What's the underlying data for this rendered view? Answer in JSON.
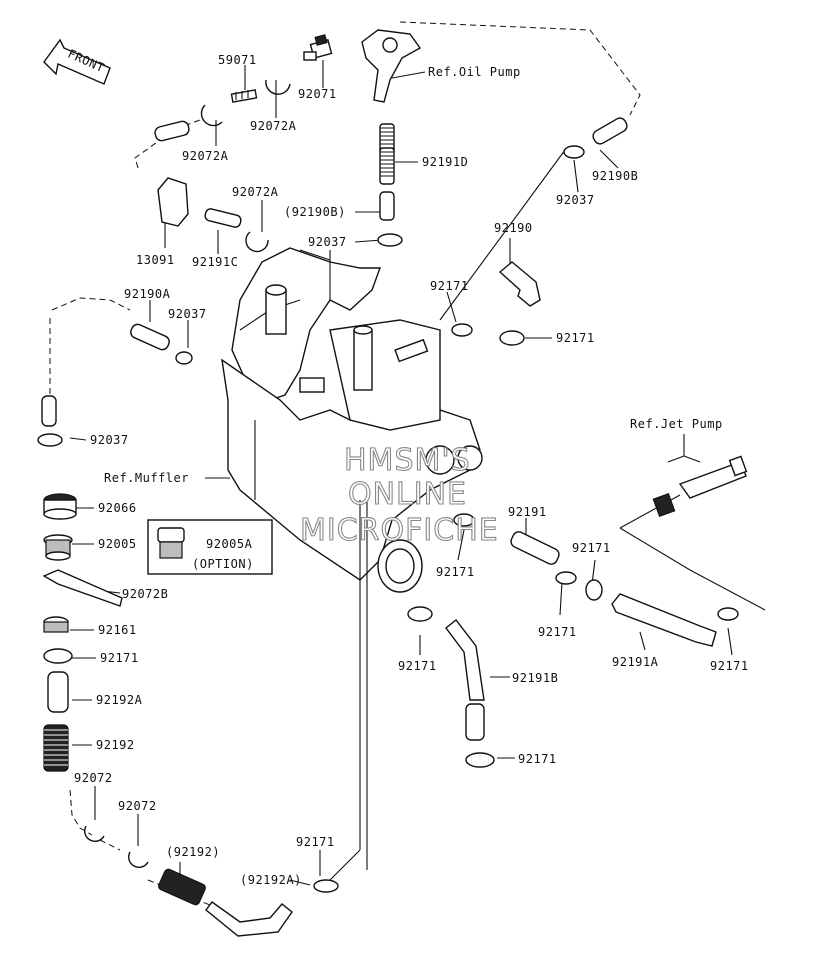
{
  "front_arrow": {
    "label": "FRONT"
  },
  "references": {
    "oil_pump": "Ref.Oil Pump",
    "jet_pump": "Ref.Jet Pump",
    "muffler": "Ref.Muffler"
  },
  "labels": {
    "p59071": "59071",
    "p92071": "92071",
    "p92072A_top": "92072A",
    "p92072A_left": "92072A",
    "p92191D": "92191D",
    "p92190B": "92190B",
    "p92037_right": "92037",
    "p13091": "13091",
    "p92191C": "92191C",
    "p92072A_mid": "92072A",
    "p92190B_ref": "(92190B)",
    "p92037_mid": "92037",
    "p92190": "92190",
    "p92190A": "92190A",
    "p92037_left": "92037",
    "p92171_a": "92171",
    "p92171_b": "92171",
    "p92037_bottom": "92037",
    "p92066": "92066",
    "p92005": "92005",
    "p92005A": "92005A",
    "option": "(OPTION)",
    "p92072B": "92072B",
    "p92161": "92161",
    "p92171_c": "92171",
    "p92192A": "92192A",
    "p92192": "92192",
    "p92072_a": "92072",
    "p92072_b": "92072",
    "p92192_ref": "(92192)",
    "p92192A_ref": "(92192A)",
    "p92171_d": "92171",
    "p92191": "92191",
    "p92171_e": "92171",
    "p92171_f": "92171",
    "p92171_g": "92171",
    "p92191A": "92191A",
    "p92171_h": "92171",
    "p92171_i": "92171",
    "p92191B": "92191B",
    "p92171_j": "92171"
  },
  "watermark": [
    "HMSM'S",
    "ONLINE",
    "MICROFICHE"
  ]
}
